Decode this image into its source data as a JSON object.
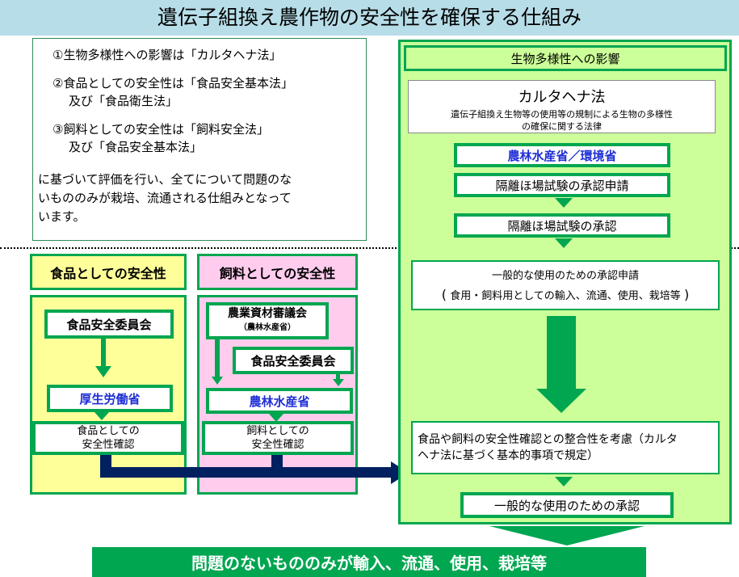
{
  "title": "遺伝子組換え農作物の安全性を確保する仕組み",
  "intro": {
    "item1": "①生物多様性への影響は「カルタヘナ法」",
    "item2_line1": "②食品としての安全性は「食品安全基本法」",
    "item2_line2": "及び「食品衛生法」",
    "item3_line1": "③飼料としての安全性は「飼料安全法」",
    "item3_line2": "及び「食品安全基本法」",
    "summary_line1": "に基づいて評価を行い、全てについて問題のな",
    "summary_line2": "いもののみが栽培、流通される仕組みとなって",
    "summary_line3": "います。"
  },
  "food": {
    "header": "食品としての安全性",
    "committee": "食品安全委員会",
    "ministry": "厚生労働省",
    "confirm_line1": "食品としての",
    "confirm_line2": "安全性確認"
  },
  "feed": {
    "header": "飼料としての安全性",
    "council": "農業資材審議会",
    "council_sub": "（農林水産省）",
    "committee": "食品安全委員会",
    "ministry": "農林水産省",
    "confirm_line1": "飼料としての",
    "confirm_line2": "安全性確認"
  },
  "bio": {
    "header": "生物多様性への影響",
    "law_title": "カルタヘナ法",
    "law_desc_line1": "遺伝子組換え生物等の使用等の規制による生物の多様性",
    "law_desc_line2": "の確保に関する法律",
    "ministries": "農林水産省／環境省",
    "step1": "隔離ほ場試験の承認申請",
    "step2": "隔離ほ場試験の承認",
    "general_app_line1": "一般的な使用のための承認申請",
    "general_app_line2": "食用・飼料用としての輸入、流通、使用、栽培等",
    "consistency_line1": "食品や飼料の安全性確認との整合性を考慮（カルタ",
    "consistency_line2": "ヘナ法に基づく基本的事項で規定）",
    "final_approval": "一般的な使用のための承認"
  },
  "bottom_banner": "問題のないもののみが輸入、流通、使用、栽培等",
  "colors": {
    "title_bg": "#b7dde8",
    "green_border": "#00a650",
    "light_green": "#ccff99",
    "yellow": "#ffff99",
    "pink": "#ffccee",
    "navy_arrow": "#002060",
    "blue_text": "#1f2fd6",
    "banner_green": "#00a650"
  }
}
